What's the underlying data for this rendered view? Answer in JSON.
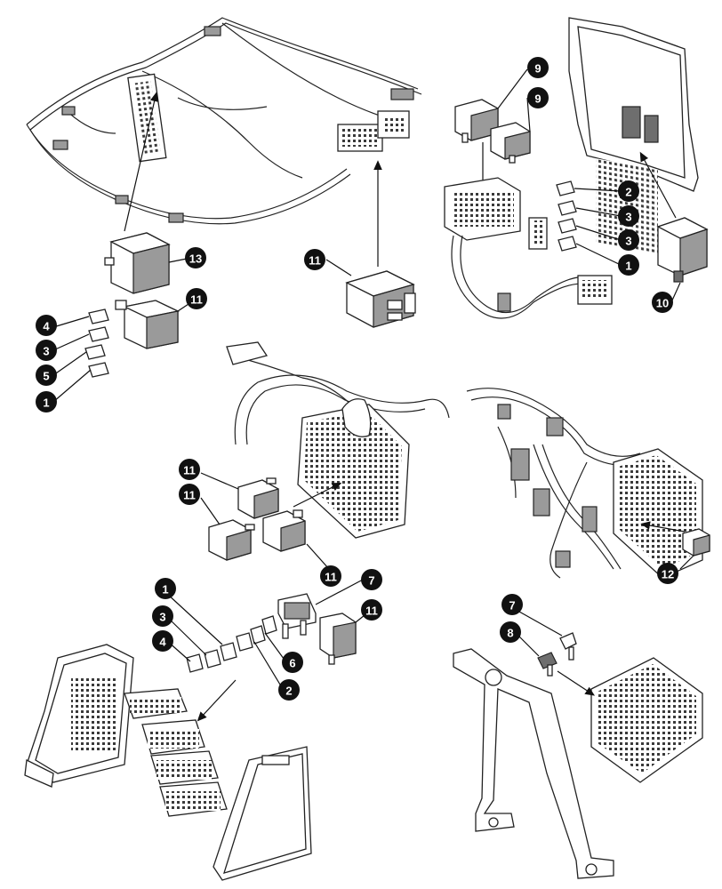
{
  "figure": {
    "callouts": [
      {
        "id": "c13",
        "label": "13"
      },
      {
        "id": "c11a",
        "label": "11"
      },
      {
        "id": "c11b",
        "label": "11"
      },
      {
        "id": "c4a",
        "label": "4"
      },
      {
        "id": "c3a",
        "label": "3"
      },
      {
        "id": "c5",
        "label": "5"
      },
      {
        "id": "c1a",
        "label": "1"
      },
      {
        "id": "c9a",
        "label": "9"
      },
      {
        "id": "c9b",
        "label": "9"
      },
      {
        "id": "c2a",
        "label": "2"
      },
      {
        "id": "c3b",
        "label": "3"
      },
      {
        "id": "c3c",
        "label": "3"
      },
      {
        "id": "c1b",
        "label": "1"
      },
      {
        "id": "c10",
        "label": "10"
      },
      {
        "id": "c11c",
        "label": "11"
      },
      {
        "id": "c11d",
        "label": "11"
      },
      {
        "id": "c11e",
        "label": "11"
      },
      {
        "id": "c12",
        "label": "12"
      },
      {
        "id": "c7a",
        "label": "7"
      },
      {
        "id": "c11f",
        "label": "11"
      },
      {
        "id": "c1c",
        "label": "1"
      },
      {
        "id": "c3d",
        "label": "3"
      },
      {
        "id": "c4b",
        "label": "4"
      },
      {
        "id": "c6",
        "label": "6"
      },
      {
        "id": "c2b",
        "label": "2"
      },
      {
        "id": "c7b",
        "label": "7"
      },
      {
        "id": "c8",
        "label": "8"
      }
    ]
  }
}
